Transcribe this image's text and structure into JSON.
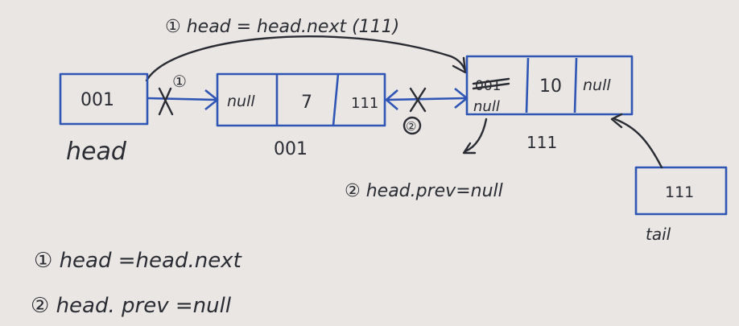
{
  "annotations": {
    "top_label": "① head = head.next (111)",
    "step1_marker": "①",
    "step2_marker": "②",
    "prev_label": "② head.prev=null",
    "footnote1": "① head =head.next",
    "footnote2": "② head. prev =null"
  },
  "head_pointer": {
    "value": "001",
    "label": "head"
  },
  "tail_pointer": {
    "value": "111",
    "label": "tail"
  },
  "node_a": {
    "prev": "null",
    "data": "7",
    "next": "111",
    "address": "001"
  },
  "node_b": {
    "prev_old": "001",
    "prev_new": "null",
    "data": "10",
    "next": "null",
    "address": "111"
  },
  "colors": {
    "ink": "#2a2c34",
    "box": "#2f55b5",
    "paper": "#e9e6e3"
  }
}
